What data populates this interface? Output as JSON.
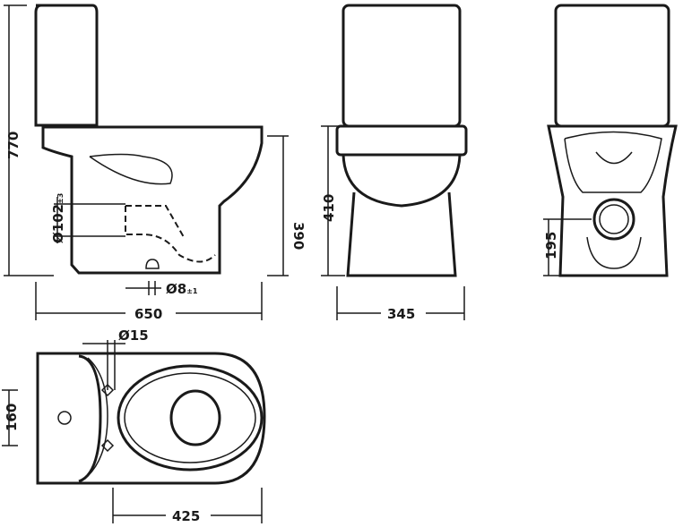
{
  "dimensions": {
    "total_height": "770",
    "seat_height": "390",
    "pipe_diameter": "Ø102",
    "pipe_tol": "±3",
    "bolt_diameter": "Ø8",
    "bolt_tol": "±1",
    "length": "650",
    "front_height": "410",
    "width": "345",
    "outlet_height": "195",
    "inlet_diameter": "Ø15",
    "tank_offset": "160",
    "bowl_length": "425"
  }
}
